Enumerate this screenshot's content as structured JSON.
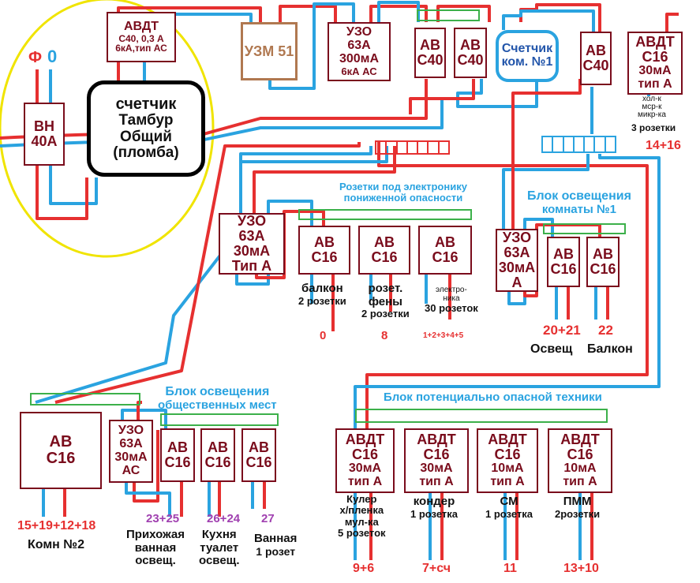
{
  "phase": {
    "f": "Ф",
    "zero": "0"
  },
  "main_switch": {
    "line1": "ВН",
    "line2": "40А"
  },
  "avdt_top": {
    "l1": "АВДТ",
    "l2": "С40, 0,3 А",
    "l3": "6кА,тип АС"
  },
  "meter_main": {
    "l1": "счетчик",
    "l2": "Тамбур",
    "l3": "Общий",
    "l4": "(пломба)"
  },
  "uzm": {
    "label": "УЗМ 51"
  },
  "uzo_top": {
    "l1": "УЗО",
    "l2": "63А",
    "l3": "300мА",
    "l4": "6кА АС"
  },
  "av_c40_1": {
    "l1": "АВ",
    "l2": "С40"
  },
  "av_c40_2": {
    "l1": "АВ",
    "l2": "С40"
  },
  "meter_kom": {
    "l1": "Счетчик",
    "l2": "ком. №1"
  },
  "av_c40_3": {
    "l1": "АВ",
    "l2": "С40"
  },
  "avdt_kitchen": {
    "l1": "АВДТ",
    "l2": "С16",
    "l3": "30мА",
    "l4": "тип А",
    "desc1": "хол-к",
    "desc2": "мср-к",
    "desc3": "микр-ка",
    "count": "3 розетки",
    "num": "14+16"
  },
  "sockets_block": {
    "title1": "Розетки под электронику",
    "title2": "пониженной опасности"
  },
  "uzo_sockets": {
    "l1": "УЗО",
    "l2": "63А",
    "l3": "30мА",
    "l4": "Тип А"
  },
  "av_balcony": {
    "l1": "АВ",
    "l2": "С16",
    "desc1": "балкон",
    "desc2": "2 розетки",
    "num": "0"
  },
  "av_fen": {
    "l1": "АВ",
    "l2": "С16",
    "desc1": "розет.",
    "desc2": "фены",
    "desc3": "2 розетки",
    "num": "8"
  },
  "av_electronics": {
    "l1": "АВ",
    "l2": "С16",
    "desc1": "электро-",
    "desc2": "ника",
    "desc3": "30 розеток",
    "num": "1+2+3+4+5"
  },
  "light_room": {
    "title1": "Блок освещения",
    "title2": "комнаты №1"
  },
  "uzo_light_room": {
    "l1": "УЗО",
    "l2": "63А",
    "l3": "30мА",
    "l4": "А"
  },
  "av_light_1": {
    "l1": "АВ",
    "l2": "С16",
    "num": "20+21",
    "desc": "Освещ"
  },
  "av_light_2": {
    "l1": "АВ",
    "l2": "С16",
    "num": "22",
    "desc": "Балкон"
  },
  "light_common": {
    "title1": "Блок освещения",
    "title2": "общественных мест"
  },
  "av_room2": {
    "l1": "АВ",
    "l2": "С16",
    "num": "15+19+12+18",
    "desc": "Комн №2"
  },
  "uzo_common": {
    "l1": "УЗО",
    "l2": "63А",
    "l3": "30мА",
    "l4": "АС"
  },
  "av_hall": {
    "l1": "АВ",
    "l2": "С16",
    "num": "23+25",
    "desc1": "Прихожая",
    "desc2": "ванная",
    "desc3": "освещ."
  },
  "av_kitchen_light": {
    "l1": "АВ",
    "l2": "С16",
    "num": "26+24",
    "desc1": "Кухня",
    "desc2": "туалет",
    "desc3": "освещ."
  },
  "av_bath": {
    "l1": "АВ",
    "l2": "С16",
    "num": "27",
    "desc1": "Ванная",
    "desc2": "1 розет"
  },
  "danger_block": {
    "title": "Блок потенциально опасной техники"
  },
  "avdt_cooler": {
    "l1": "АВДТ",
    "l2": "С16",
    "l3": "30мА",
    "l4": "тип А",
    "desc1": "Кулер",
    "desc2": "х/пленка",
    "desc3": "мул-ка",
    "desc4": "5 розеток",
    "num": "9+6"
  },
  "avdt_cond": {
    "l1": "АВДТ",
    "l2": "С16",
    "l3": "30мА",
    "l4": "тип А",
    "desc1": "кондер",
    "desc2": "1 розетка",
    "num": "7+сч"
  },
  "avdt_sm": {
    "l1": "АВДТ",
    "l2": "С16",
    "l3": "10мА",
    "l4": "тип А",
    "desc1": "СМ",
    "desc2": "1 розетка",
    "num": "11"
  },
  "avdt_pmm": {
    "l1": "АВДТ",
    "l2": "С16",
    "l3": "10мА",
    "l4": "тип А",
    "desc1": "ПММ",
    "desc2": "2розетки",
    "num": "13+10"
  },
  "colors": {
    "phase": "#e63030",
    "neutral": "#2aa3e0",
    "device": "#7a0c1c",
    "bus": "#3cb04a",
    "ellipse": "#f0e400"
  }
}
